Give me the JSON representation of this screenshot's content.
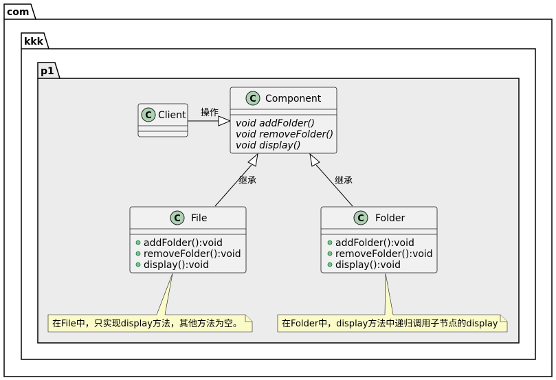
{
  "packages": {
    "outer": "com",
    "middle": "kkk",
    "inner": "p1"
  },
  "classes": {
    "client": {
      "name": "Client",
      "stereotype": "C"
    },
    "component": {
      "name": "Component",
      "stereotype": "C",
      "methods": [
        "void addFolder()",
        "void removeFolder()",
        "void display()"
      ]
    },
    "file": {
      "name": "File",
      "stereotype": "C",
      "methods": [
        "addFolder():void",
        "removeFolder():void",
        "display():void"
      ]
    },
    "folder": {
      "name": "Folder",
      "stereotype": "C",
      "methods": [
        "addFolder():void",
        "removeFolder():void",
        "display():void"
      ]
    }
  },
  "relations": {
    "client_component": "操作",
    "file_component": "继承",
    "folder_component": "继承"
  },
  "notes": {
    "file": "在File中，只实现display方法，其他方法为空。",
    "folder": "在Folder中，display方法中递归调用子节点的display"
  },
  "colors": {
    "package_fill": "#ffffff",
    "inner_package_fill": "#ececec",
    "class_fill": "#f1f1f1",
    "stereotype_circle": "#add1b2",
    "note_fill": "#fbfbca",
    "member_dot": "#84be84"
  }
}
